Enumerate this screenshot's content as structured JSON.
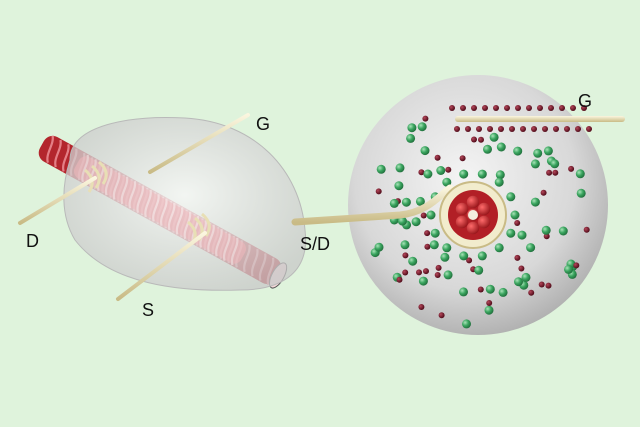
{
  "left_device": {
    "labels": {
      "gate": "G",
      "drain": "D",
      "source": "S"
    }
  },
  "right_device": {
    "labels": {
      "gate": "G",
      "source_drain": "S/D"
    }
  },
  "colors": {
    "background": "#dff3dc",
    "fiber_red": "#c8343a",
    "fiber_light": "#e08890",
    "electrolyte": "#d6d6d6",
    "wire": "#efe6c0",
    "cation_green": "#3aa55f",
    "anion_maroon": "#6a1020"
  }
}
